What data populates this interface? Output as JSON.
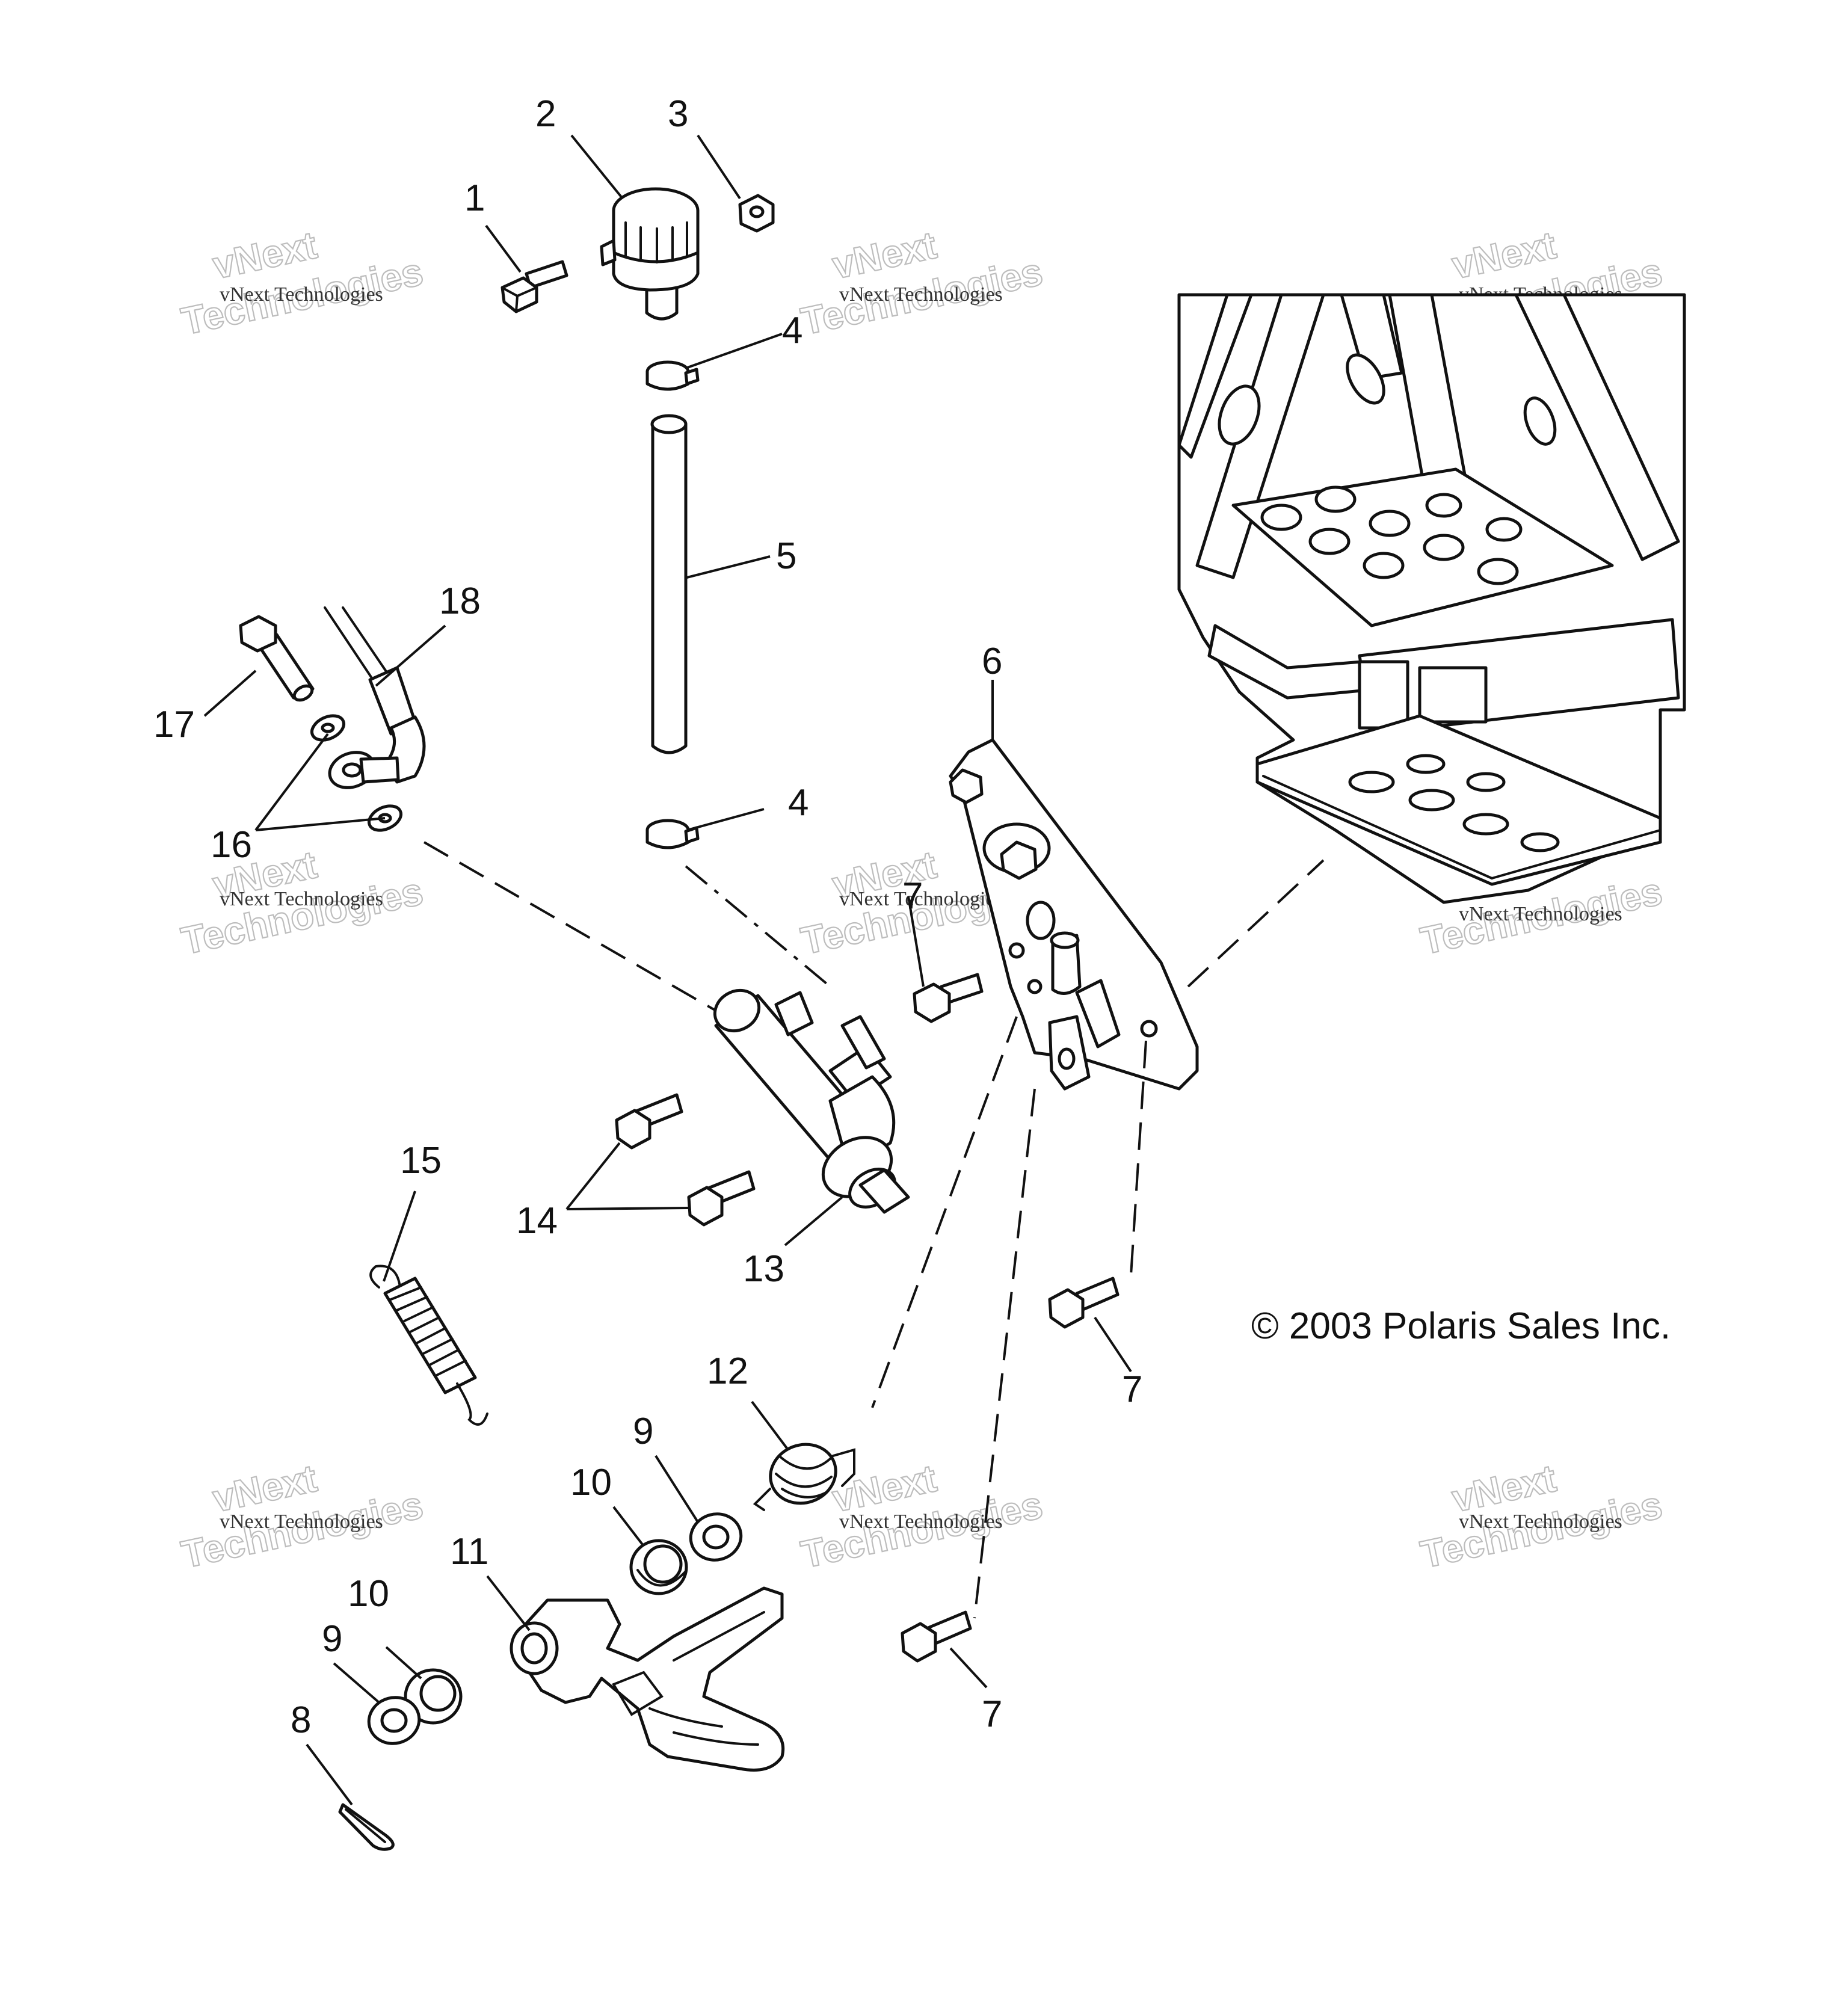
{
  "diagram": {
    "copyright": "© 2003 Polaris Sales Inc.",
    "watermark_line1": "vNext Technologies",
    "watermark_line2": "vNext",
    "watermark_line3": "Technologies",
    "callouts": {
      "c1": "1",
      "c2": "2",
      "c3": "3",
      "c4a": "4",
      "c4b": "4",
      "c5": "5",
      "c6": "6",
      "c7a": "7",
      "c7b": "7",
      "c7c": "7",
      "c8": "8",
      "c9a": "9",
      "c9b": "9",
      "c10a": "10",
      "c10b": "10",
      "c11": "11",
      "c12": "12",
      "c13": "13",
      "c14": "14",
      "c15": "15",
      "c16": "16",
      "c17": "17",
      "c18": "18"
    }
  }
}
